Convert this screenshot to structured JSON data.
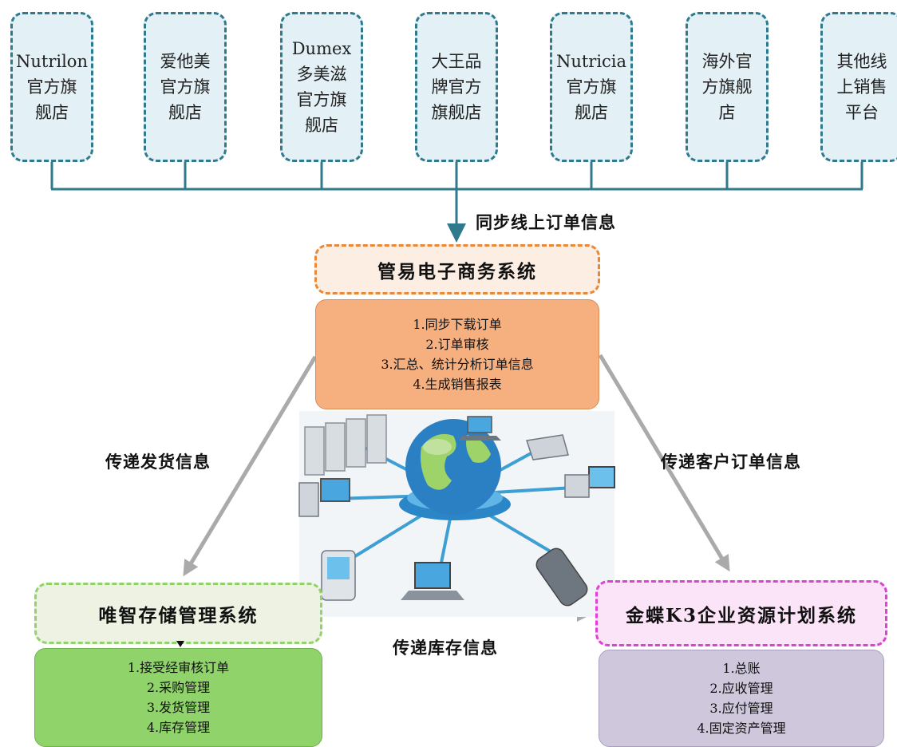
{
  "stores": [
    {
      "name": "Nutrilon官方旗舰店",
      "lines": [
        "Nutrilon",
        "官方旗",
        "舰店"
      ]
    },
    {
      "name": "爱他美官方旗舰店",
      "lines": [
        "爱他美",
        "官方旗",
        "舰店"
      ]
    },
    {
      "name": "Dumex多美滋官方旗舰店",
      "lines": [
        "Dumex",
        "多美滋",
        "官方旗",
        "舰店"
      ]
    },
    {
      "name": "大王品牌官方旗舰店",
      "lines": [
        "大王品",
        "牌官方",
        "旗舰店"
      ]
    },
    {
      "name": "Nutricia官方旗舰店",
      "lines": [
        "Nutricia",
        "官方旗",
        "舰店"
      ]
    },
    {
      "name": "海外官方旗舰店",
      "lines": [
        "海外官",
        "方旗舰",
        "店"
      ]
    },
    {
      "name": "其他线上销售平台",
      "lines": [
        "其他线",
        "上销售",
        "平台"
      ]
    }
  ],
  "edges": {
    "sync_online": "同步线上订单信息",
    "delivery": "传递发货信息",
    "customer_order": "传递客户订单信息",
    "inventory": "传递库存信息"
  },
  "guanyi": {
    "title": "管易电子商务系统",
    "items": [
      "1.同步下载订单",
      "2.订单审核",
      "3.汇总、统计分析订单信息",
      "4.生成销售报表"
    ]
  },
  "weizhi": {
    "title": "唯智存储管理系统",
    "items": [
      "1.接受经审核订单",
      "2.采购管理",
      "3.发货管理",
      "4.库存管理"
    ]
  },
  "kingdee": {
    "title": "金蝶K3企业资源计划系统",
    "items": [
      "1.总账",
      "2.应收管理",
      "3.应付管理",
      "4.固定资产管理"
    ]
  },
  "colors": {
    "store_border": "#2f7a8c",
    "store_fill": "#e3f0f6",
    "guanyi_border": "#e8893a",
    "guanyi_fill": "#f6b07f",
    "weizhi_fill": "#8fd36a",
    "kingdee_border": "#e040d8",
    "kingdee_fill": "#cfc8dc",
    "arrow_gray": "#aaaaaa"
  }
}
